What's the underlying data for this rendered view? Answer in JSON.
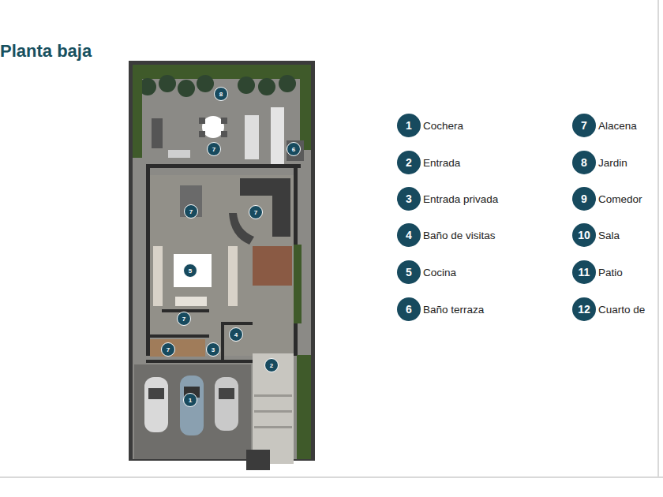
{
  "diagram": {
    "title": "Planta baja",
    "nodes": [
      {
        "text": [
          "8"
        ]
      },
      {
        "text": [
          "7"
        ]
      },
      {
        "text": [
          "6"
        ]
      },
      {
        "text": [
          "7"
        ]
      },
      {
        "text": [
          "7"
        ]
      },
      {
        "text": [
          "5"
        ]
      },
      {
        "text": [
          "7"
        ]
      },
      {
        "text": [
          "4"
        ]
      },
      {
        "text": [
          "7"
        ]
      },
      {
        "text": [
          "3"
        ]
      },
      {
        "text": [
          "2"
        ]
      },
      {
        "text": [
          "1"
        ]
      },
      {
        "text": [
          "1",
          "Cochera"
        ]
      },
      {
        "text": [
          "7",
          "Alacena"
        ]
      },
      {
        "text": [
          "2",
          "Entrada"
        ]
      },
      {
        "text": [
          "8",
          "Jardin"
        ]
      },
      {
        "text": [
          "3",
          "Entrada privada"
        ]
      },
      {
        "text": [
          "9",
          "Comedor"
        ]
      },
      {
        "text": [
          "4",
          "Baño de visitas"
        ]
      },
      {
        "text": [
          "10",
          "Sala"
        ]
      },
      {
        "text": [
          "5",
          "Cocina"
        ]
      },
      {
        "text": [
          "11",
          "Patio"
        ]
      },
      {
        "text": [
          "6",
          "Baño terraza"
        ]
      },
      {
        "text": [
          "12",
          "Cuarto de"
        ]
      }
    ]
  }
}
